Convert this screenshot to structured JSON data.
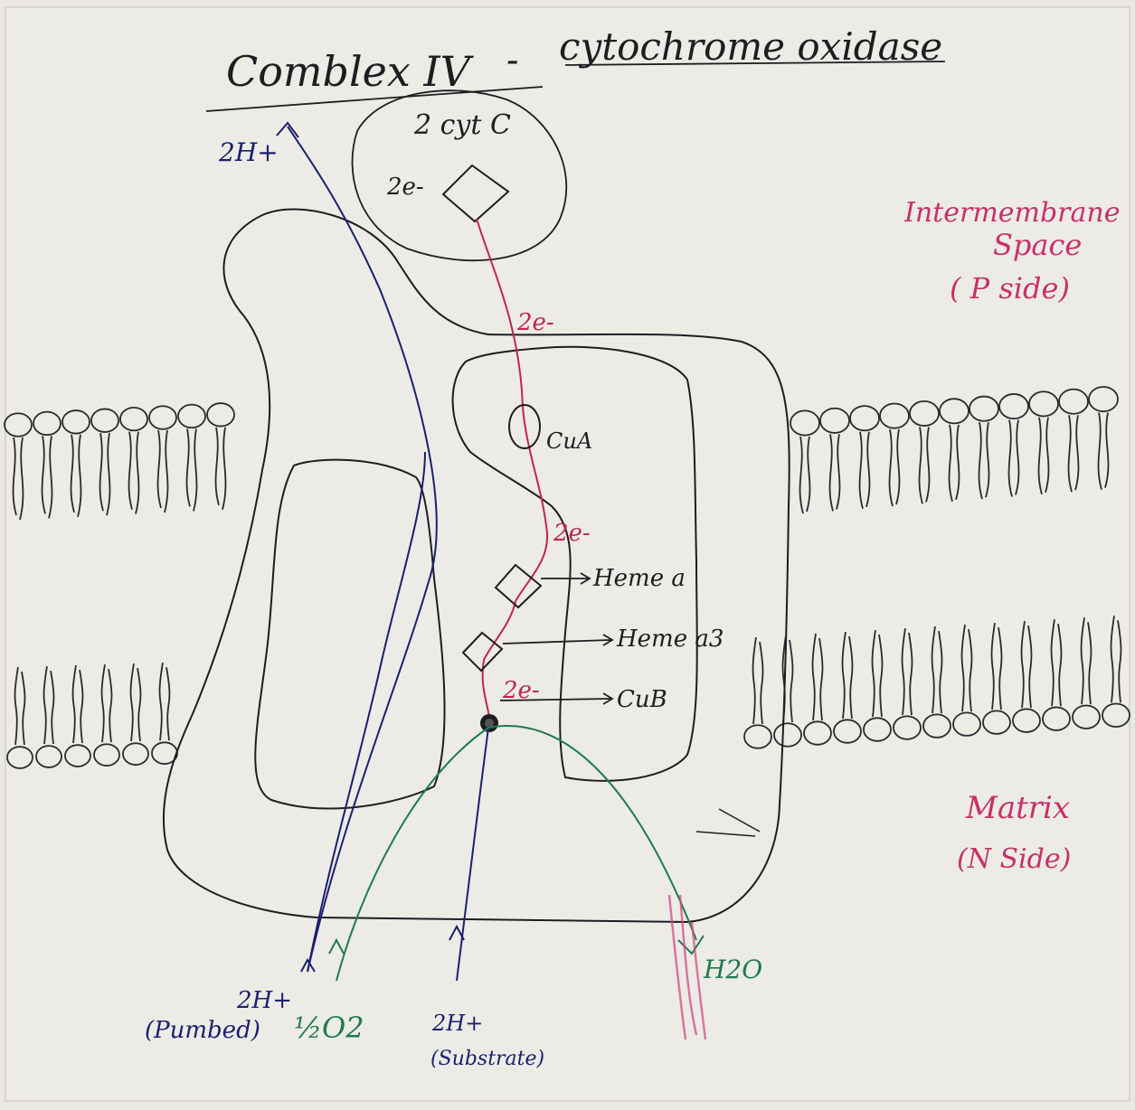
{
  "diagram": {
    "title": {
      "left": "Comblex IV",
      "sep": "-",
      "right": "cytochrome oxidase"
    },
    "cyt_c": {
      "label": "2 cyt C",
      "electron": "2e-"
    },
    "electron_flow": {
      "e1": "2e-",
      "e2": "2e-",
      "e3": "2e-"
    },
    "centers": {
      "cua": "CuA",
      "heme_a": "Heme a",
      "heme_a3": "Heme a3",
      "cub": "CuB"
    },
    "regions": {
      "ims_line1": "Intermembrane",
      "ims_line2": "Space",
      "ims_line3": "( P side)",
      "matrix_line1": "Matrix",
      "matrix_line2": "(N Side)"
    },
    "protons": {
      "top_out": "2H+",
      "pumped_count": "2H+",
      "pumped_note": "(Pumbed)",
      "substrate_count": "2H+",
      "substrate_note": "(Substrate)"
    },
    "oxygen": {
      "reactant": "½O2",
      "product": "H2O"
    },
    "colors": {
      "paper": "#e9e8e3",
      "ink": "#1d1d22",
      "proton_path": "#1c1f6e",
      "electron_path": "#c0264f",
      "oxygen_path": "#1f7a4a",
      "labels_region": "#c8306a"
    }
  }
}
